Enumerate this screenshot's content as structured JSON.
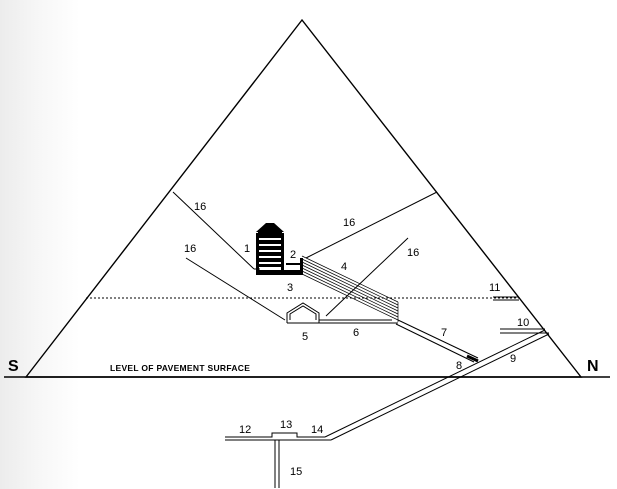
{
  "compass": {
    "south": "S",
    "north": "N"
  },
  "pavement_label": "LEVEL OF PAVEMENT SURFACE",
  "labels": [
    "1",
    "2",
    "3",
    "4",
    "5",
    "6",
    "7",
    "8",
    "9",
    "10",
    "11",
    "12",
    "13",
    "14",
    "15",
    "16",
    "16",
    "16",
    "16"
  ],
  "colors": {
    "line": "#000000",
    "background": "#ffffff"
  }
}
